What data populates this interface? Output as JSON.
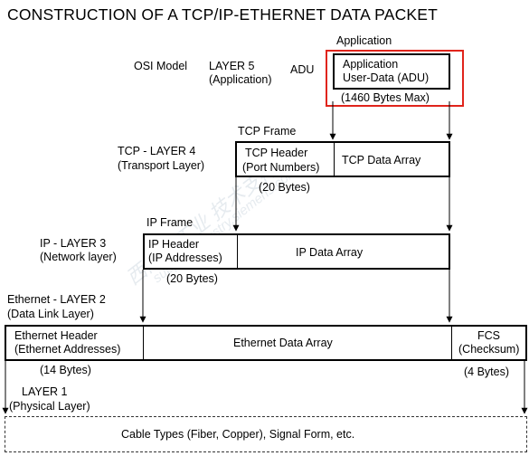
{
  "title": "CONSTRUCTION OF A TCP/IP-ETHERNET DATA PACKET",
  "layer5": {
    "model": "OSI Model",
    "name": "LAYER 5",
    "sub": "(Application)",
    "adu": "ADU",
    "frame": "Application",
    "box_line1": "Application",
    "box_line2": "User-Data (ADU)",
    "size": "(1460 Bytes Max)"
  },
  "layer4": {
    "name": "TCP - LAYER 4",
    "sub": "(Transport Layer)",
    "frame": "TCP Frame",
    "header1": "TCP Header",
    "header2": "(Port Numbers)",
    "data": "TCP Data Array",
    "size": "(20 Bytes)"
  },
  "layer3": {
    "name": "IP - LAYER 3",
    "sub": "(Network layer)",
    "frame": "IP Frame",
    "header1": "IP Header",
    "header2": "(IP Addresses)",
    "data": "IP Data Array",
    "size": "(20 Bytes)"
  },
  "layer2": {
    "name": "Ethernet - LAYER 2",
    "sub": "(Data Link Layer)",
    "header1": "Ethernet Header",
    "header2": "(Ethernet Addresses)",
    "data": "Ethernet Data Array",
    "fcs1": "FCS",
    "fcs2": "(Checksum)",
    "size_header": "(14 Bytes)",
    "size_fcs": "(4 Bytes)"
  },
  "layer1": {
    "name": "LAYER 1",
    "sub": "(Physical Layer)",
    "cable": "Cable Types (Fiber, Copper), Signal Form, etc."
  },
  "watermark": {
    "line1": "西门子工业 技术支持",
    "line2": "support.industry.siemens.com"
  },
  "colors": {
    "highlight": "#e0241b",
    "line": "#000000",
    "watermark": "#c9d4dd"
  }
}
